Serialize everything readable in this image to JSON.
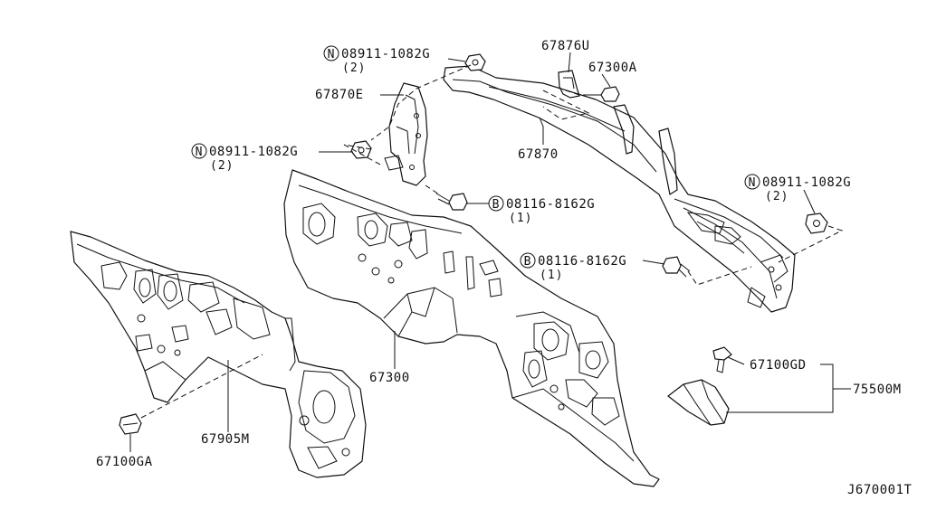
{
  "diagram": {
    "labels": {
      "nut_top": "08911-1082G",
      "nut_top_qty": "(2)",
      "nut_top_prefix": "N",
      "bracket_67876u": "67876U",
      "bolt_67300a": "67300A",
      "bracket_67870e": "67870E",
      "nut_left": "08911-1082G",
      "nut_left_qty": "(2)",
      "nut_left_prefix": "N",
      "member_67870": "67870",
      "bolt_mid": "08116-8162G",
      "bolt_mid_qty": "(1)",
      "bolt_mid_prefix": "B",
      "nut_right": "08911-1082G",
      "nut_right_qty": "(2)",
      "nut_right_prefix": "N",
      "bolt_right": "08116-8162G",
      "bolt_right_qty": "(1)",
      "bolt_right_prefix": "B",
      "dash_panel": "67300",
      "clip_67100gd": "67100GD",
      "kit_75500m": "75500M",
      "insulator_67905m": "67905M",
      "clip_67100ga": "67100GA",
      "diagram_code": "J670001T"
    }
  }
}
